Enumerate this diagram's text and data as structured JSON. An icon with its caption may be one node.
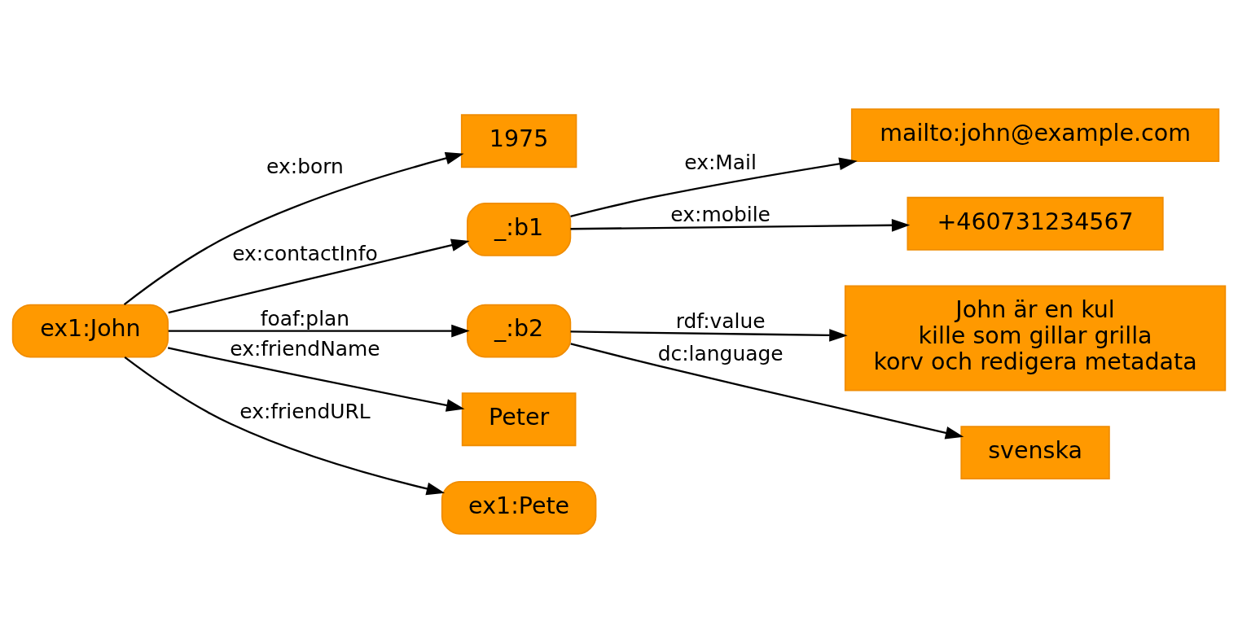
{
  "diagram": {
    "nodes": [
      {
        "text": [
          "ex1:John"
        ]
      },
      {
        "text": [
          "1975"
        ]
      },
      {
        "text": [
          "_:b1"
        ]
      },
      {
        "text": [
          "mailto:john@example.com"
        ]
      },
      {
        "text": [
          "+460731234567"
        ]
      },
      {
        "text": [
          "_:b2"
        ]
      },
      {
        "text": [
          "John är en kul kille som gillar grilla korv och redigera metadata"
        ]
      },
      {
        "text": [
          "svenska"
        ]
      },
      {
        "text": [
          "Peter"
        ]
      },
      {
        "text": [
          "ex1:Pete"
        ]
      }
    ],
    "edges": [
      {
        "from": 0,
        "to": 1,
        "arrow": "to",
        "label": "ex:born"
      },
      {
        "from": 0,
        "to": 2,
        "arrow": "to",
        "label": "ex:contactInfo"
      },
      {
        "from": 2,
        "to": 3,
        "arrow": "to",
        "label": "ex:Mail"
      },
      {
        "from": 2,
        "to": 4,
        "arrow": "to",
        "label": "ex:mobile"
      },
      {
        "from": 0,
        "to": 5,
        "arrow": "to",
        "label": "foaf:plan"
      },
      {
        "from": 5,
        "to": 6,
        "arrow": "to",
        "label": "rdf:value"
      },
      {
        "from": 5,
        "to": 7,
        "arrow": "to",
        "label": "dc:language"
      },
      {
        "from": 0,
        "to": 8,
        "arrow": "to",
        "label": "ex:friendName"
      },
      {
        "from": 0,
        "to": 9,
        "arrow": "to",
        "label": "ex:friendURL"
      }
    ]
  }
}
